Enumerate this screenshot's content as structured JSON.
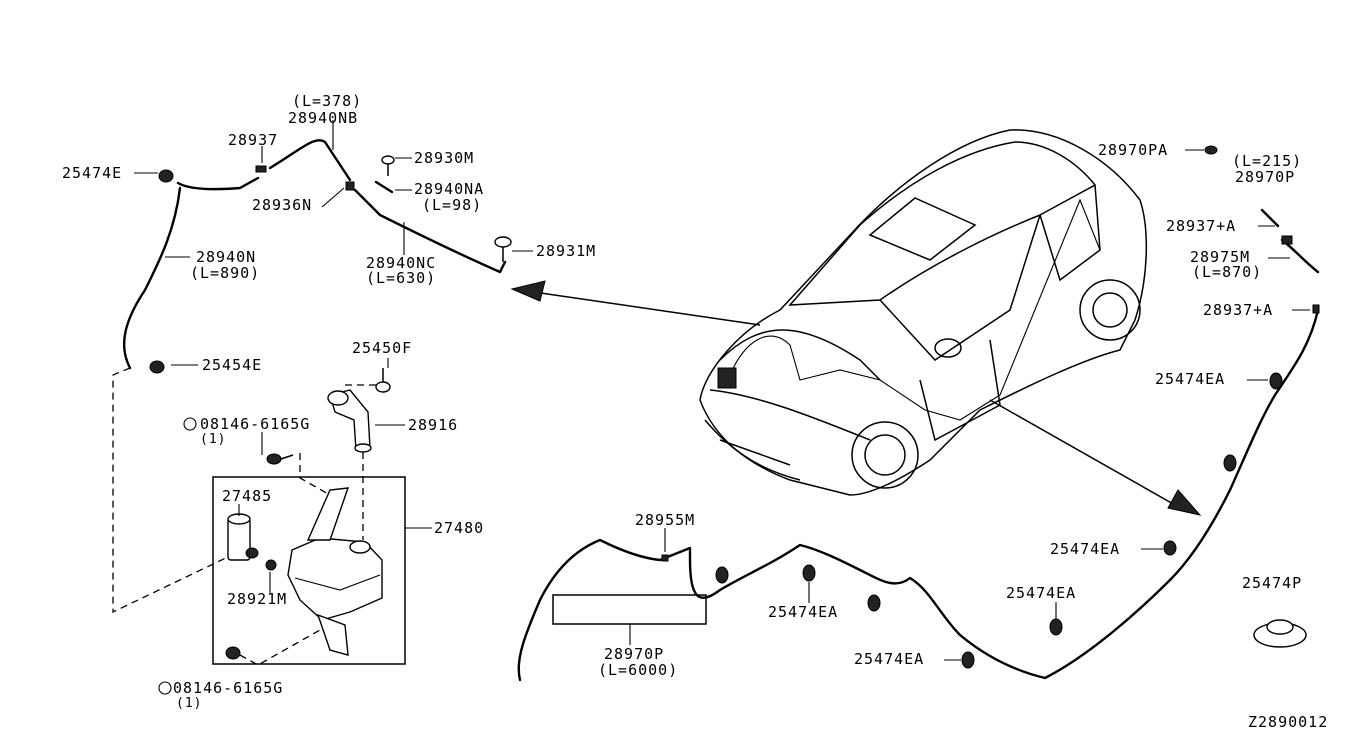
{
  "diagram_id": "Z2890012",
  "labels": {
    "l378": "(L=378)",
    "p28940NB": "28940NB",
    "p28937": "28937",
    "p28930M": "28930M",
    "p25474E": "25474E",
    "p28940NA": "28940NA",
    "l98": "(L=98)",
    "p28936N": "28936N",
    "p28940N": "28940N",
    "l890": "(L=890)",
    "p28940NC": "28940NC",
    "l630": "(L=630)",
    "p28931M": "28931M",
    "p25454E": "25454E",
    "p25450F": "25450F",
    "bolt_top": "08146-6165G",
    "bolt_top_qty": "(1)",
    "p28916": "28916",
    "p27485": "27485",
    "p27480": "27480",
    "p28921M": "28921M",
    "bolt_bottom": "08146-6165G",
    "bolt_bottom_qty": "(1)",
    "p28955M": "28955M",
    "p28970P_bottom": "28970P",
    "l6000": "(L=6000)",
    "p25474EA_1": "25474EA",
    "p25474EA_2": "25474EA",
    "p25474EA_3": "25474EA",
    "p25474EA_4": "25474EA",
    "p25474EA_5": "25474EA",
    "p25474P": "25474P",
    "p28970PA": "28970PA",
    "l215": "(L=215)",
    "p28970P_top": "28970P",
    "p28937A_1": "28937+A",
    "p28975M": "28975M",
    "l870": "(L=870)",
    "p28937A_2": "28937+A"
  }
}
